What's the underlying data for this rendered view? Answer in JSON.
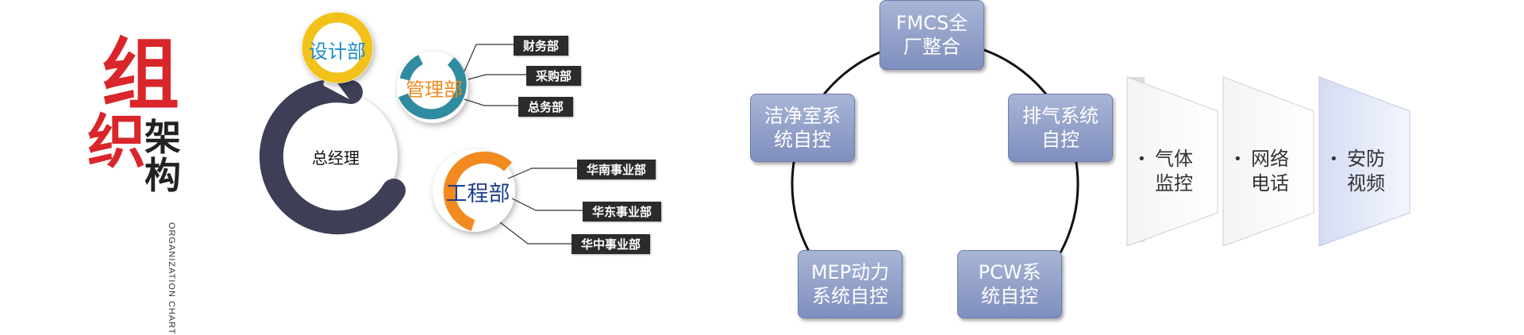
{
  "title": {
    "char1": "组",
    "char2": "织",
    "char3": "架",
    "char4": "构",
    "english": "ORGANIZATION CHART"
  },
  "org": {
    "center": "总经理",
    "design": "设计部",
    "management": "管理部",
    "engineering": "工程部",
    "management_subs": [
      "财务部",
      "采购部",
      "总务部"
    ],
    "engineering_subs": [
      "华南事业部",
      "华东事业部",
      "华中事业部"
    ]
  },
  "cycle": {
    "top": "FMCS全\n厂整合",
    "right": "排气系统\n自控",
    "bottom_right": "PCW系\n统自控",
    "bottom_left": "MEP动力\n系统自控",
    "left": "洁净室系\n统自控"
  },
  "panels": [
    {
      "bullet": "•",
      "line1": "气体",
      "line2": "监控"
    },
    {
      "bullet": "•",
      "line1": "网络",
      "line2": "电话"
    },
    {
      "bullet": "•",
      "line1": "安防",
      "line2": "视频"
    }
  ],
  "colors": {
    "title_red": "#d9262b",
    "design_ring": "#f2c21b",
    "management_ring": "#2f8ba0",
    "engineering_ring": "#f28a1f",
    "center_ring": "#3e3f56",
    "design_text": "#1e8fc7",
    "management_text": "#f28a1f",
    "engineering_text": "#1c3f8a",
    "cycle_box": "#8f9dc8"
  }
}
